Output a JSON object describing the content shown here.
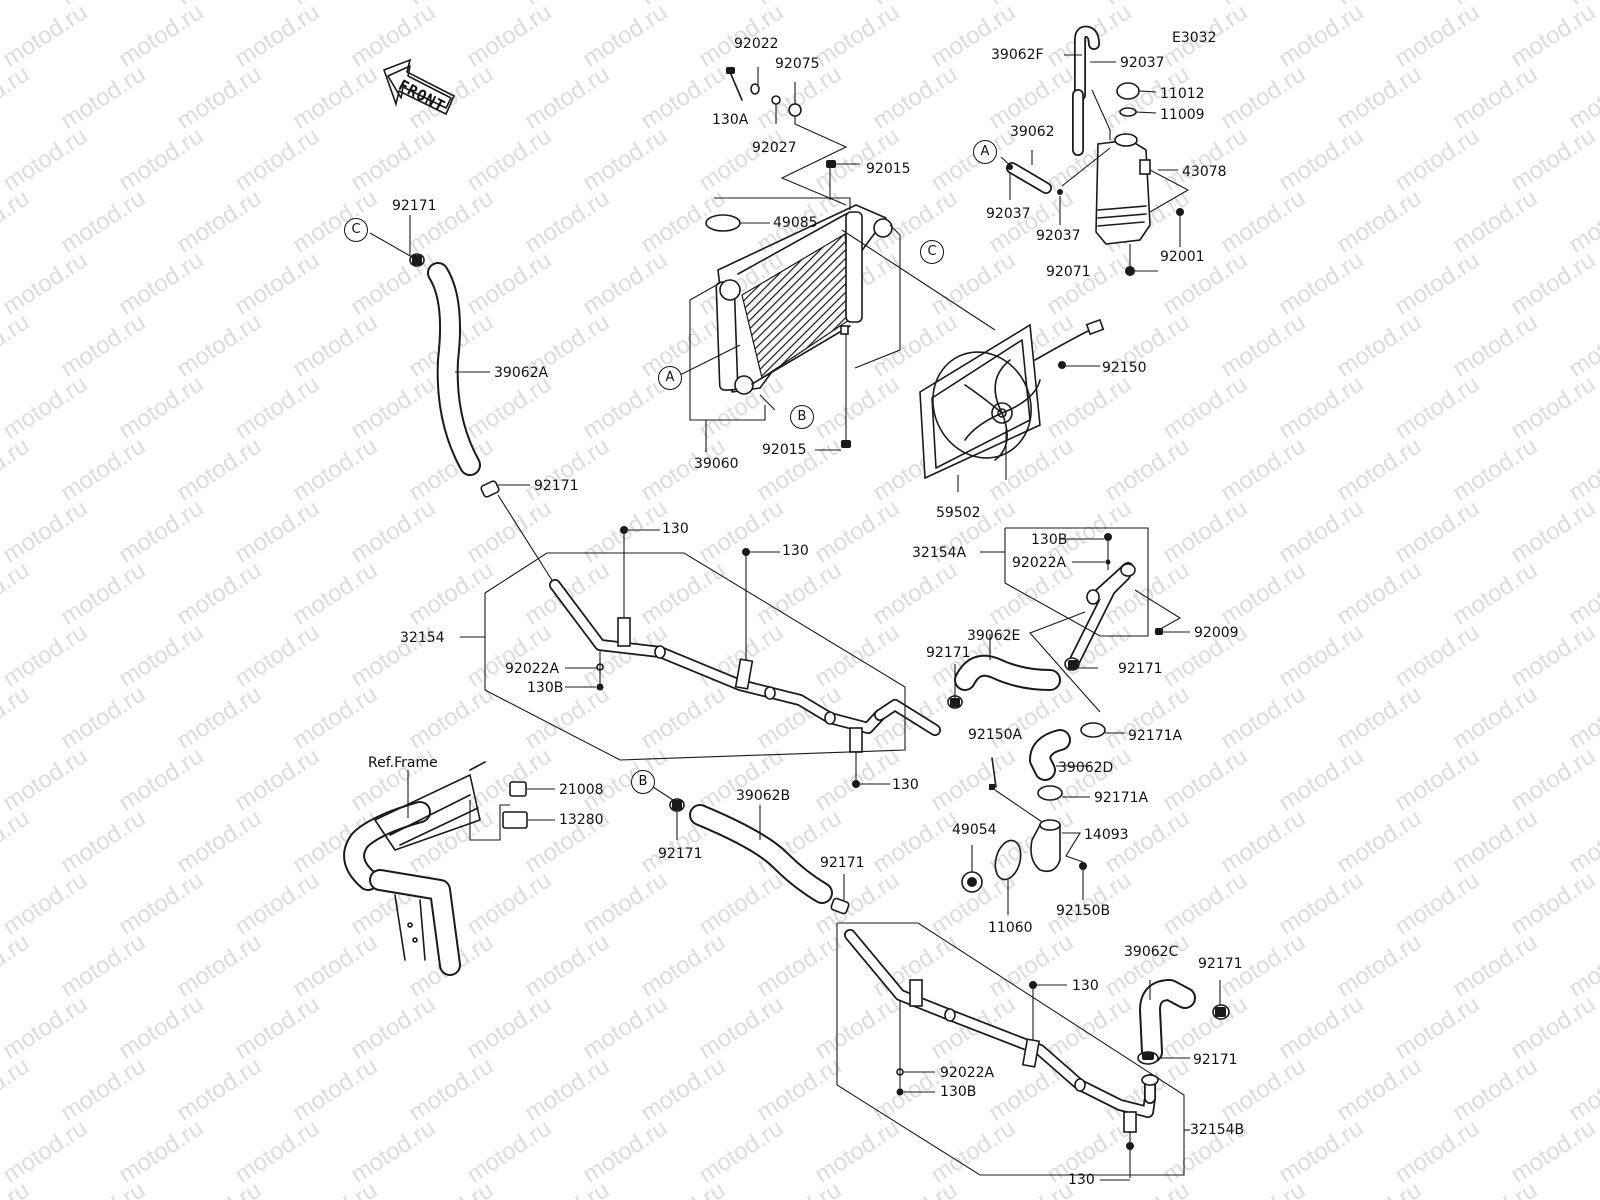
{
  "diagram_code": "E3032",
  "front_label": "FRONT",
  "ref_frame_label": "Ref.Frame",
  "watermark_text": "motod.ru",
  "ref_markers": {
    "a": "A",
    "b": "B",
    "c": "C"
  },
  "parts": {
    "p92022": "92022",
    "p92075": "92075",
    "p130A": "130A",
    "p92027": "92027",
    "p92015": "92015",
    "p49085": "49085",
    "p39060": "39060",
    "p39062F": "39062F",
    "p92037": "92037",
    "p11012": "11012",
    "p11009": "11009",
    "p39062": "39062",
    "p43078": "43078",
    "p92001": "92001",
    "p92071": "92071",
    "p92150": "92150",
    "p59502": "59502",
    "p92171": "92171",
    "p39062A": "39062A",
    "p130": "130",
    "p32154": "32154",
    "p92022A": "92022A",
    "p130B": "130B",
    "p32154A": "32154A",
    "p92009": "92009",
    "p39062E": "39062E",
    "p92171A": "92171A",
    "p92150A": "92150A",
    "p39062D": "39062D",
    "p14093": "14093",
    "p49054": "49054",
    "p11060": "11060",
    "p92150B": "92150B",
    "p21008": "21008",
    "p13280": "13280",
    "p39062B": "39062B",
    "p39062C": "39062C",
    "p32154B": "32154B"
  }
}
